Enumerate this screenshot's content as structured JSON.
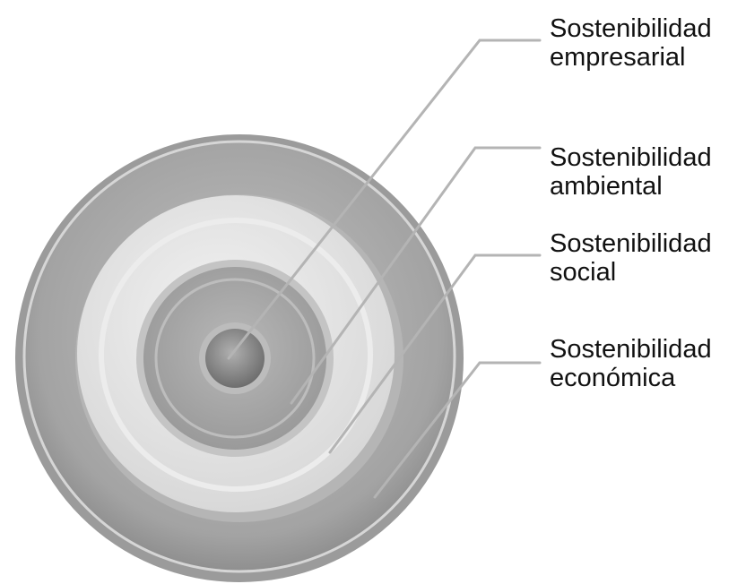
{
  "diagram": {
    "labels": [
      {
        "line1": "Sostenibilidad",
        "line2": "empresarial"
      },
      {
        "line1": "Sostenibilidad",
        "line2": "ambiental"
      },
      {
        "line1": "Sostenibilidad",
        "line2": "social"
      },
      {
        "line1": "Sostenibilidad",
        "line2": "económica"
      }
    ],
    "colors": {
      "outer_ring": "#a6a6a6",
      "light_ring": "#e2e2e2",
      "mid_disc": "#a9a9a9",
      "core": "#8a8a8a",
      "leader_lines": "#b4b4b4",
      "text": "#111111"
    }
  }
}
